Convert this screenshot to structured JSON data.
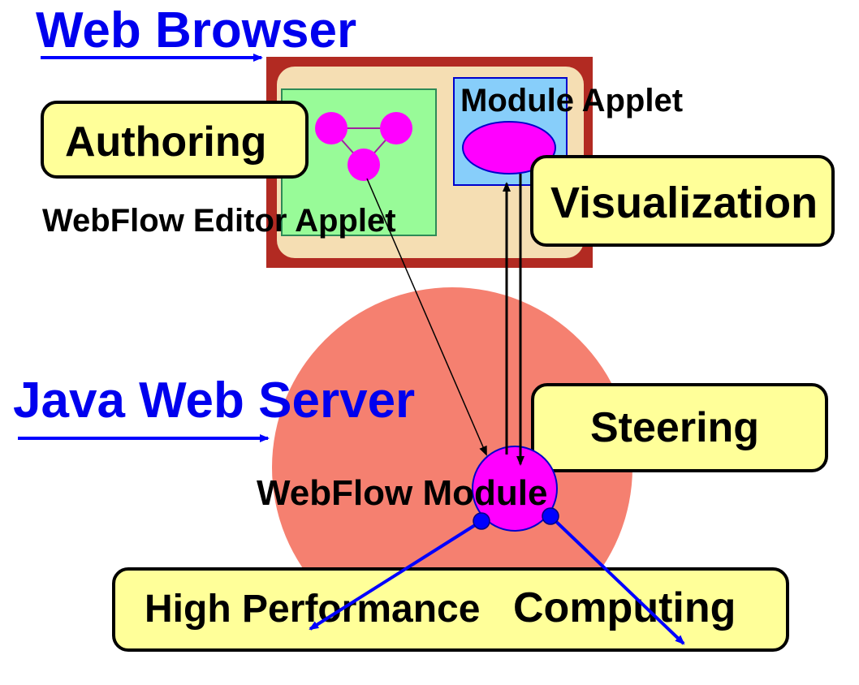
{
  "titles": {
    "web_browser": "Web Browser",
    "java_web_server": "Java Web Server"
  },
  "labels": {
    "module_applet": "Module Applet",
    "webflow_editor_applet": "WebFlow Editor Applet",
    "webflow_module": "WebFlow Module"
  },
  "boxes": {
    "authoring": "Authoring",
    "visualization": "Visualization",
    "steering": "Steering",
    "hpc_left": "High Performance",
    "hpc_right": "Computing"
  },
  "colors": {
    "title_blue": "#0000ee",
    "browser_border": "#b22a22",
    "browser_fill": "#f5deb3",
    "editor_green": "#98fb98",
    "module_applet_blue": "#87cefa",
    "node_magenta": "#ff00ff",
    "server_salmon": "#f58070",
    "box_yellow": "#ffff99",
    "connector_blue": "#0000ff"
  }
}
